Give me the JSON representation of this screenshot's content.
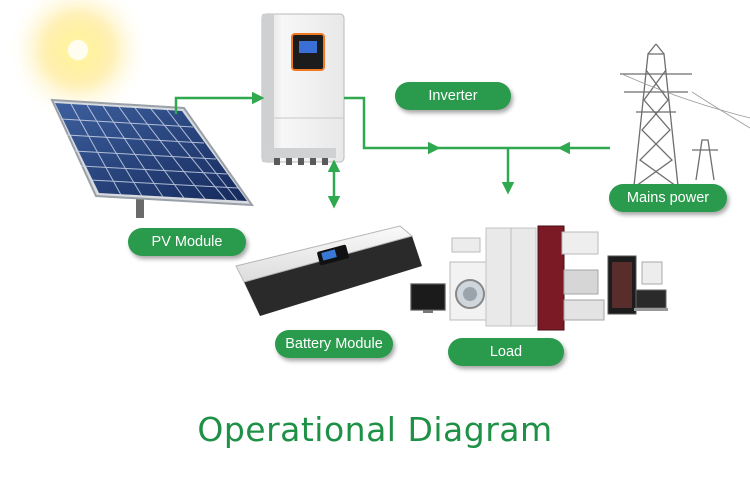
{
  "colors": {
    "accent": "#2a9a4c",
    "flow_line": "#2fa84f",
    "title_text": "#1f9147"
  },
  "labels": {
    "inverter": "Inverter",
    "pv_module": "PV Module",
    "mains_power": "Mains power",
    "battery_module": "Battery Module",
    "load": "Load"
  },
  "title": "Operational Diagram"
}
